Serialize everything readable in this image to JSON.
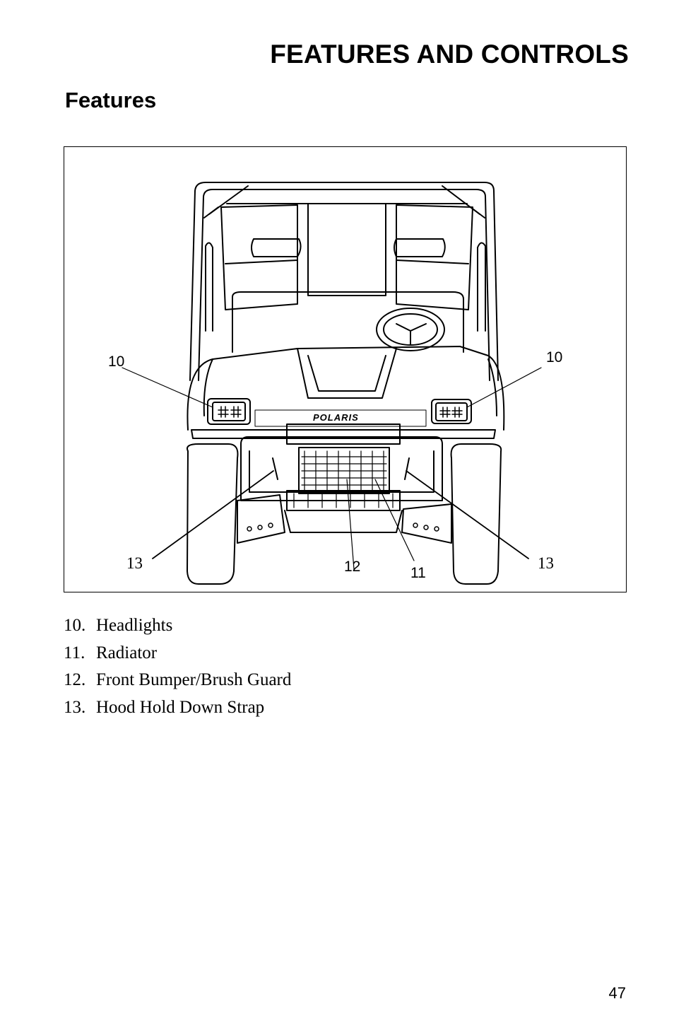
{
  "header": {
    "section_title": "FEATURES AND CONTROLS"
  },
  "subsection": {
    "title": "Features"
  },
  "figure": {
    "logo_text": "POLARIS",
    "callouts": [
      {
        "id": "headlight-left",
        "label": "10"
      },
      {
        "id": "headlight-right",
        "label": "10"
      },
      {
        "id": "strap-left",
        "label": "13"
      },
      {
        "id": "guard",
        "label": "12"
      },
      {
        "id": "radiator",
        "label": "11"
      },
      {
        "id": "strap-right",
        "label": "13"
      }
    ]
  },
  "legend": [
    {
      "number": "10.",
      "label": "Headlights"
    },
    {
      "number": "11.",
      "label": "Radiator"
    },
    {
      "number": "12.",
      "label": "Front Bumper/Brush Guard"
    },
    {
      "number": "13.",
      "label": "Hood Hold Down Strap"
    }
  ],
  "footer": {
    "page_number": "47"
  }
}
